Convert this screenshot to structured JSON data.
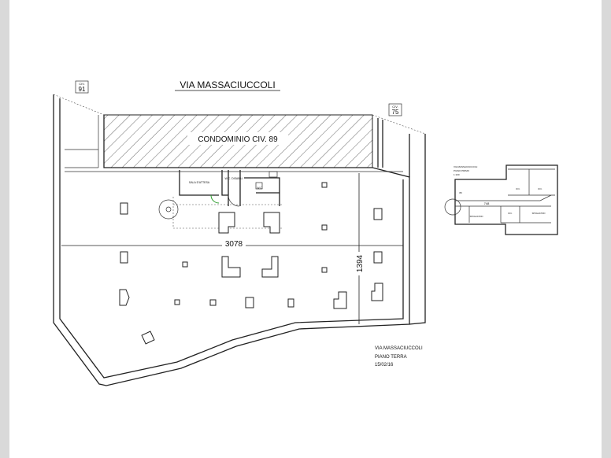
{
  "plan": {
    "street_title": "VIA MASSACIUCCOLI",
    "civ_left_label": "CIV.",
    "civ_left_number": "91",
    "civ_right_label": "CIV.",
    "civ_right_number": "75",
    "condominium_label": "CONDOMINIO CIV. 89",
    "dim_width": "3078",
    "dim_depth": "1394",
    "room_labels": [
      "SALA D'ATTESA",
      "W.C. DISABILI",
      "W.C."
    ]
  },
  "mezzanine": {
    "header_lines": [
      "VIA MASSACIUCCOLI",
      "PIANO PRIMO",
      "1:100"
    ],
    "dim_length": "748",
    "dim_small": "80",
    "room_labels": [
      "W.C.",
      "W.C.",
      "SPOGLIATOIO",
      "W.C.",
      "SPOGLIATOIO"
    ]
  },
  "title_block": {
    "line1": "VIA MASSACIUCCOLI",
    "line2": "PIANO TERRA",
    "line3": "15/02/16"
  },
  "colors": {
    "margin": "#d9d9d9",
    "paper": "#ffffff",
    "ink": "#222222",
    "door_accent": "#2a9d2a"
  }
}
